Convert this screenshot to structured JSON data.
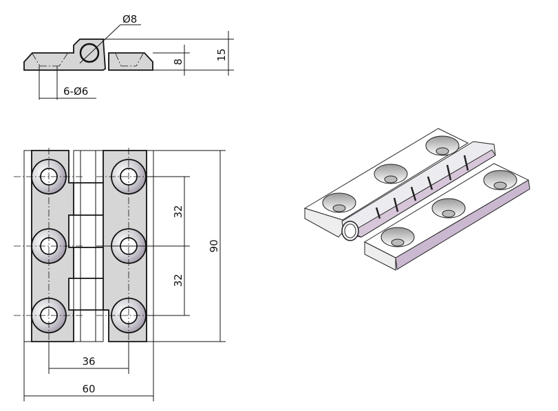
{
  "title": "Hinge dimension drawing",
  "side_view": {
    "pin_diameter": "Ø8",
    "total_height": "15",
    "leaf_thickness": "8",
    "holes": "6-Ø6"
  },
  "front_view": {
    "hole_pitch_upper": "32",
    "hole_pitch_lower": "32",
    "height": "90",
    "hole_spacing_horizontal": "36",
    "width": "60"
  },
  "colors": {
    "body": "#d6d6d6",
    "accent": "#c9b8cf",
    "line": "#111111"
  }
}
